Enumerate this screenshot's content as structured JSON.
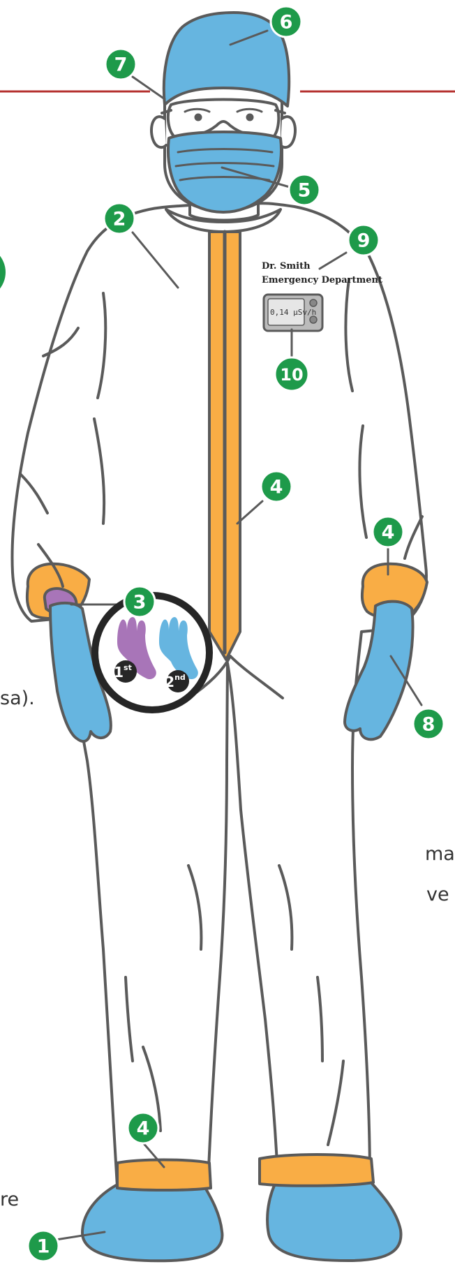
{
  "colors": {
    "outline": "#5a5a5a",
    "suit": "#ffffff",
    "ppe_blue": "#66b5e0",
    "zipper_orange": "#f9ad45",
    "marker_green": "#1e9a4a",
    "inner_glove_purple": "#a875b8",
    "line_red": "#b5312f",
    "badge_dark": "#262626"
  },
  "markers": [
    {
      "id": "1",
      "label": "1"
    },
    {
      "id": "2",
      "label": "2"
    },
    {
      "id": "3",
      "label": "3"
    },
    {
      "id": "4",
      "label": "4"
    },
    {
      "id": "5",
      "label": "5"
    },
    {
      "id": "6",
      "label": "6"
    },
    {
      "id": "7",
      "label": "7"
    },
    {
      "id": "8",
      "label": "8"
    },
    {
      "id": "9",
      "label": "9"
    },
    {
      "id": "10",
      "label": "10"
    }
  ],
  "name_tag": {
    "line1": "Dr. Smith",
    "line2": "Emergency Department"
  },
  "dosimeter": {
    "reading": "0,14 µSv/h"
  },
  "gloves_inset": {
    "first": "1",
    "first_suffix": "st",
    "second": "2",
    "second_suffix": "nd"
  },
  "side_text": {
    "left_1": "sa).",
    "right_1": "ma",
    "right_2": "ve",
    "left_2": "re"
  }
}
